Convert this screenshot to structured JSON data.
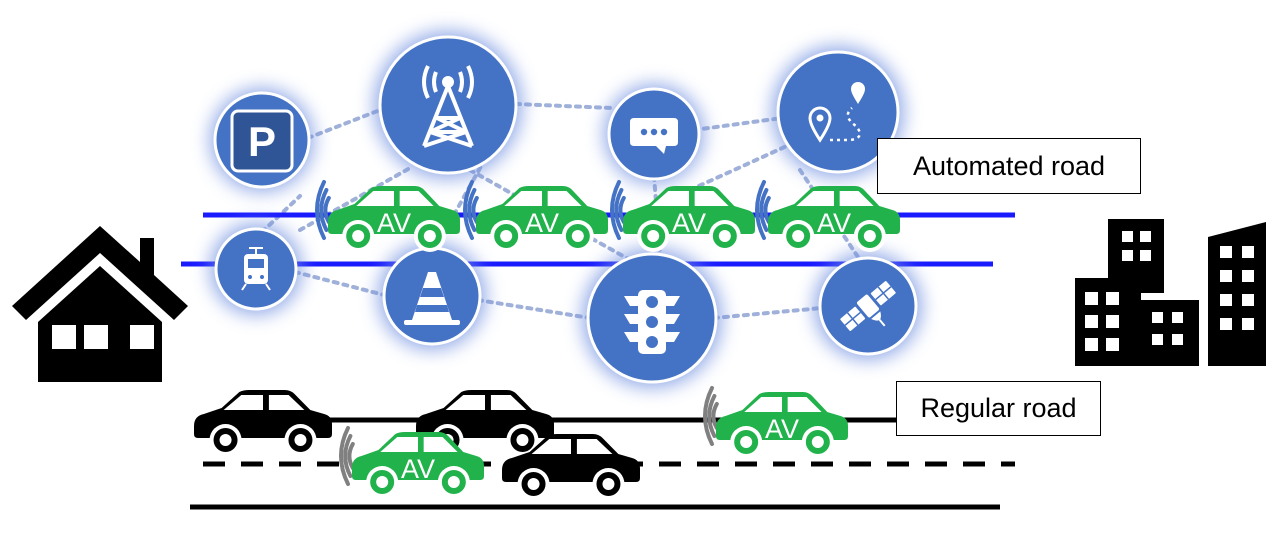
{
  "labels": {
    "automated_road": "Automated road",
    "regular_road": "Regular road"
  },
  "av_label": "AV",
  "icons": {
    "services": [
      "parking-icon",
      "cell-tower-icon",
      "chat-icon",
      "route-map-icon",
      "tram-icon",
      "traffic-cone-icon",
      "traffic-light-icon",
      "satellite-icon"
    ],
    "scenery": [
      "house-icon",
      "city-buildings-icon"
    ]
  },
  "colors": {
    "service_circle": "#4472c4",
    "service_glow": "#6f8fe0",
    "av_car": "#22b24c",
    "regular_car": "#000000",
    "automated_lane": "#1a1aff",
    "regular_lane": "#000000",
    "network_link": "#9fb0d9",
    "wireless_signal_automated": "#4472c4",
    "wireless_signal_regular": "#808080"
  }
}
